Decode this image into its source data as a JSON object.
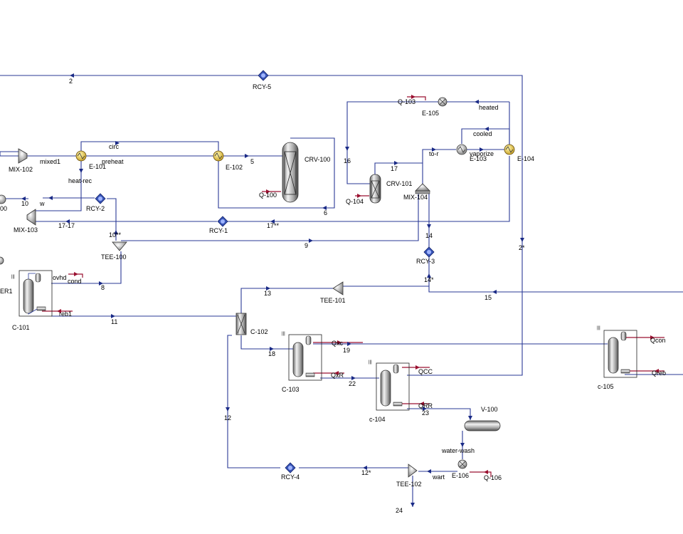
{
  "units": {
    "rcy5": "RCY-5",
    "rcy2": "RCY-2",
    "rcy1": "RCY-1",
    "rcy3": "RCY-3",
    "rcy4": "RCY-4",
    "mix102": "MIX-102",
    "mix103": "MIX-103",
    "mix104": "MIX-104",
    "e101": "E-101",
    "e102": "E-102",
    "e103": "E-103",
    "e104": "E-104",
    "e105": "E-105",
    "e106": "E-106",
    "crv100": "CRV-100",
    "crv101": "CRV-101",
    "tee100": "TEE-100",
    "tee101": "TEE-101",
    "tee102": "TEE-102",
    "c101": "C-101",
    "c102": "C-102",
    "c103": "C-103",
    "c104": "c-104",
    "c105": "c-105",
    "v100": "V-100",
    "er1": "ER1",
    "unit00": "00"
  },
  "streams": {
    "s2": "2",
    "mixed1": "mixed1",
    "circ": "circ",
    "preheat": "preheat",
    "s5": "5",
    "heat_rec": "heat-rec",
    "s10": "10",
    "w": "w",
    "s17_17": "17-17",
    "s17ss": "17**",
    "s10ss": "10**",
    "s6": "6",
    "s9": "9",
    "s16": "16",
    "s17": "17",
    "to_r": "to-r",
    "cooled": "cooled",
    "vaporize": "vaporize",
    "heated": "heated",
    "s14": "14",
    "s14s": "14*",
    "s2s": "2*",
    "s13": "13",
    "s15": "15",
    "s8": "8",
    "cond": "cond",
    "ovhd": "ovhd",
    "reb1": "reb1",
    "s11": "11",
    "s18": "18",
    "s19": "19",
    "s22": "22",
    "s23": "23",
    "s12": "12",
    "s12s": "12*",
    "s24": "24",
    "wart": "wart",
    "water_wash": "water-wash"
  },
  "energy": {
    "q100": "Q-100",
    "q103": "Q-103",
    "q104": "Q-104",
    "q106": "Q-106",
    "qxc": "Qxc",
    "qxr": "QxR",
    "qcc": "QCC",
    "qrr": "QRR",
    "qcon": "Qcon",
    "qreb": "Qreb"
  },
  "colors": {
    "material_stream": "#2a3a96",
    "energy_stream": "#9a1030",
    "heat_exchanger": "#e8c838",
    "recycle": "#2a3a96"
  }
}
